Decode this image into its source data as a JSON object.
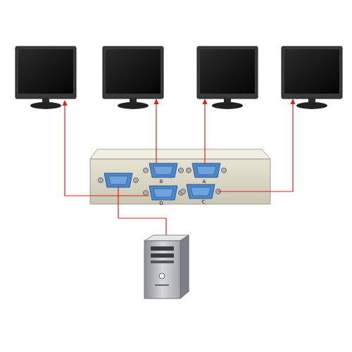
{
  "diagram": {
    "labels": [
      "B",
      "A",
      "D",
      "C"
    ]
  }
}
